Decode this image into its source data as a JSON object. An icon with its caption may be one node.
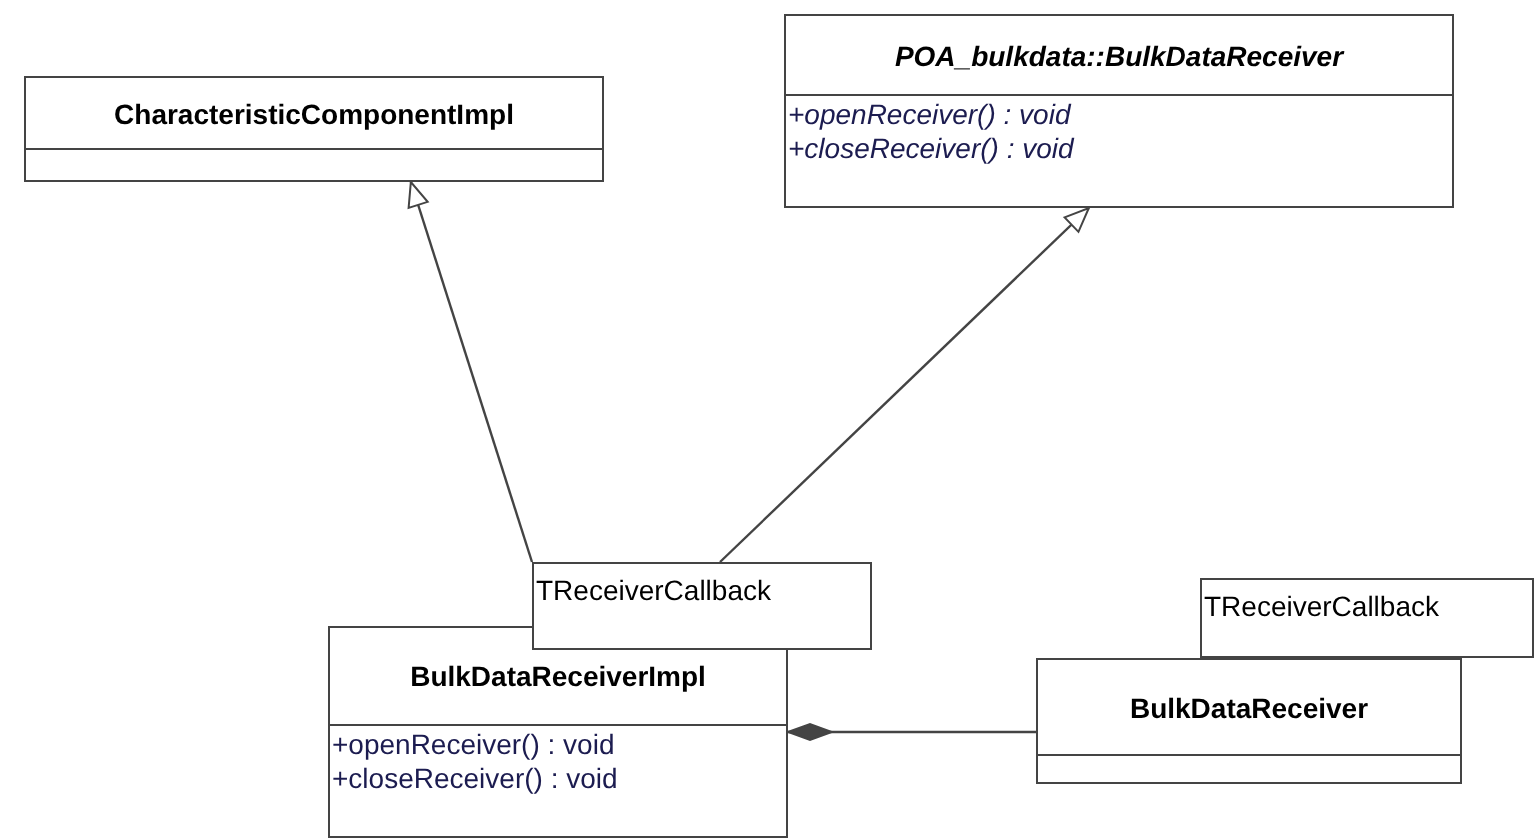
{
  "diagram": {
    "nodes": [
      {
        "text": [
          "CharacteristicComponentImpl"
        ]
      },
      {
        "text": [
          "POA_bulkdata::BulkDataReceiver",
          "+openReceiver() : void",
          "+closeReceiver() : void"
        ]
      },
      {
        "text": [
          "TReceiverCallback"
        ]
      },
      {
        "text": [
          "BulkDataReceiverImpl",
          "+openReceiver() : void",
          "+closeReceiver() : void"
        ]
      },
      {
        "text": [
          "TReceiverCallback"
        ]
      },
      {
        "text": [
          "BulkDataReceiver"
        ]
      }
    ],
    "edges": [
      {
        "from": 2,
        "to": 0,
        "arrow": "to"
      },
      {
        "from": 2,
        "to": 1,
        "arrow": "to"
      },
      {
        "from": 3,
        "to": 5,
        "arrow": "other"
      }
    ]
  }
}
